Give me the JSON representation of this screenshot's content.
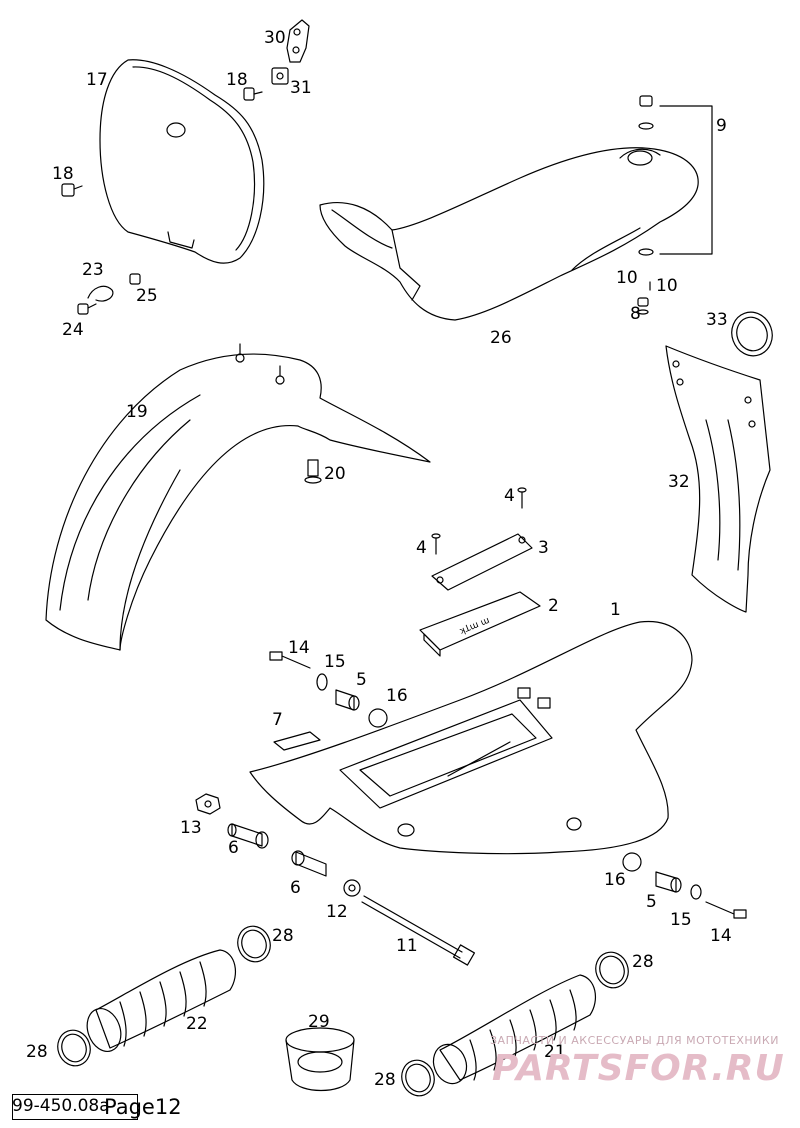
{
  "callouts": {
    "c1": "1",
    "c2": "2",
    "c3": "3",
    "c4a": "4",
    "c4b": "4",
    "c5a": "5",
    "c5b": "5",
    "c6a": "6",
    "c6b": "6",
    "c7": "7",
    "c8": "8",
    "c9": "9",
    "c10a": "10",
    "c10b": "10",
    "c11": "11",
    "c12": "12",
    "c13": "13",
    "c14a": "14",
    "c14b": "14",
    "c15a": "15",
    "c15b": "15",
    "c16a": "16",
    "c16b": "16",
    "c17": "17",
    "c18a": "18",
    "c18b": "18",
    "c19": "19",
    "c20": "20",
    "c21": "21",
    "c22": "22",
    "c23": "23",
    "c24": "24",
    "c25": "25",
    "c26": "26",
    "c28a": "28",
    "c28b": "28",
    "c28c": "28",
    "c28d": "28",
    "c29": "29",
    "c30": "30",
    "c31": "31",
    "c32": "32",
    "c33": "33"
  },
  "footer": {
    "reference": "99-450.08a",
    "page_label": "Page12"
  },
  "watermark": {
    "subtitle": "ЗАПЧАСТИ И АКСЕССУАРЫ ДЛЯ МОТОТЕХНИКИ",
    "brand": "PARTSFOR.RU"
  },
  "colors": {
    "line": "#000000",
    "watermark": "#e5bcc8"
  }
}
